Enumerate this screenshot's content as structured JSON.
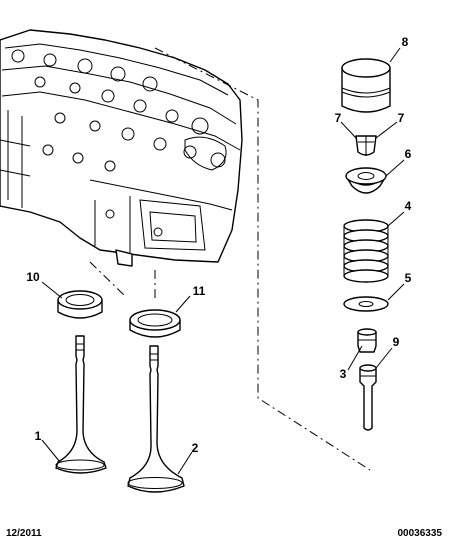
{
  "callouts": {
    "c1": "1",
    "c2": "2",
    "c3": "3",
    "c4": "4",
    "c5": "5",
    "c6": "6",
    "c7a": "7",
    "c7b": "7",
    "c8": "8",
    "c9": "9",
    "c10": "10",
    "c11": "11"
  },
  "footer": {
    "date": "12/2011",
    "reference": "00036335"
  }
}
